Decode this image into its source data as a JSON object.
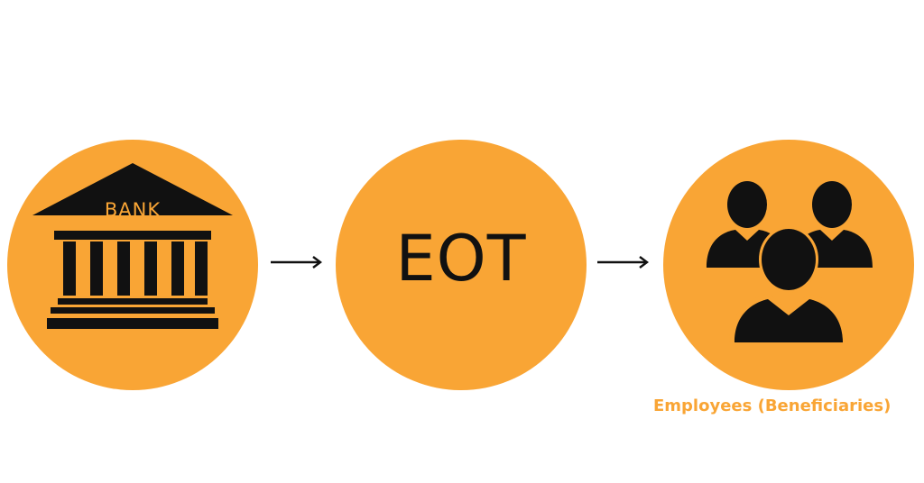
{
  "nodes": {
    "bank": {
      "label": "BANK"
    },
    "eot": {
      "label": "EOT"
    },
    "employees": {
      "caption": "Employees (Beneficiaries)"
    }
  },
  "colors": {
    "accent": "#f9a535",
    "ink": "#111111",
    "background": "#ffffff"
  },
  "icons": {
    "bank": "bank-building-icon",
    "employees": "people-group-icon",
    "arrow": "right-arrow-icon"
  }
}
